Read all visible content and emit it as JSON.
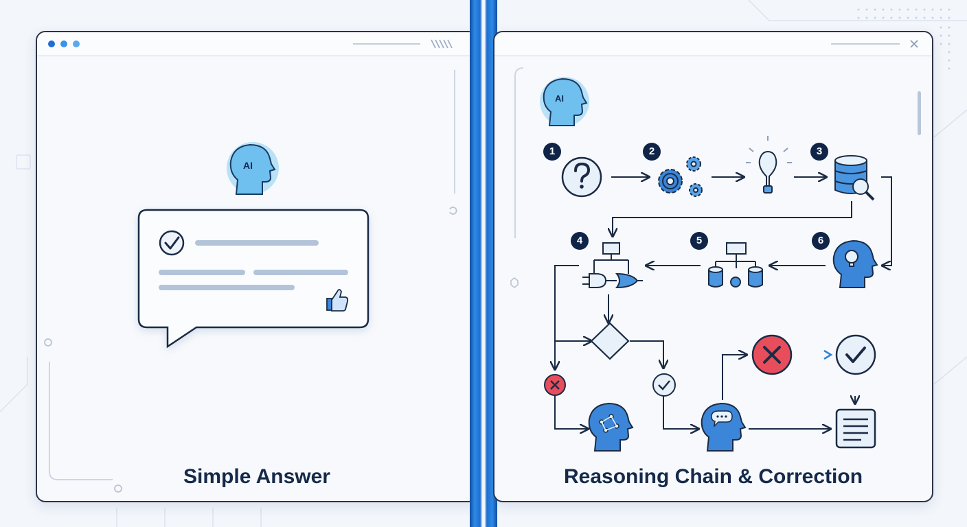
{
  "left_panel": {
    "title": "Simple Answer",
    "avatar_label": "AI"
  },
  "right_panel": {
    "title": "Reasoning Chain & Correction",
    "avatar_label": "AI",
    "steps": [
      "1",
      "2",
      "3",
      "4",
      "5",
      "6"
    ]
  },
  "colors": {
    "outline": "#2b3447",
    "accent_blue": "#1d6fd0",
    "title_text": "#152a4a",
    "badge": "#0f2447",
    "error_red": "#e24a55",
    "ok_blue": "#2f80d9"
  },
  "icons": [
    "ai-head-icon",
    "check-icon",
    "thumbs-up-icon",
    "question-icon",
    "gears-icon",
    "lightbulb-icon",
    "database-search-icon",
    "logic-gates-icon",
    "hierarchy-database-icon",
    "head-idea-icon",
    "decision-diamond-icon",
    "error-x-icon",
    "check-circle-icon",
    "brain-network-icon",
    "brain-chat-icon",
    "document-icon"
  ]
}
